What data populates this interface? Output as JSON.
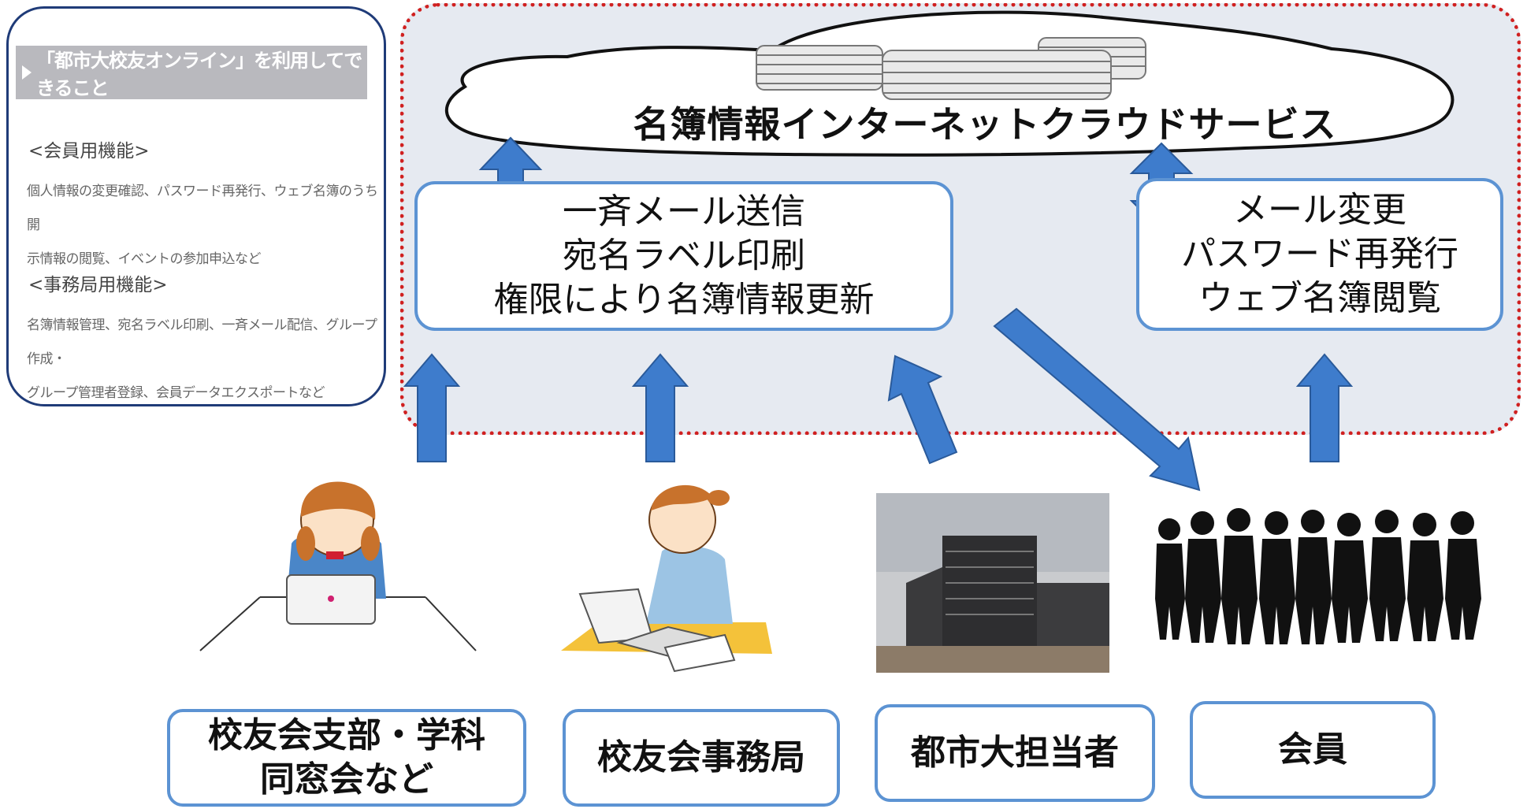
{
  "info_panel": {
    "header": "「都市大校友オンライン」を利用してできること",
    "member_section": "<会員用機能>",
    "member_text_1": "個人情報の変更確認、パスワード再発行、ウェブ名簿のうち開",
    "member_text_2": "示情報の閲覧、イベントの参加申込など",
    "office_section": "<事務局用機能>",
    "office_text_1": "名簿情報管理、宛名ラベル印刷、一斉メール配信、グループ作成・",
    "office_text_2": "グループ管理者登録、会員データエクスポートなど"
  },
  "cloud": {
    "title": "名簿情報インターネットクラウドサービス"
  },
  "admin_functions": {
    "line1": "一斉メール送信",
    "line2": "宛名ラベル印刷",
    "line3": "権限により名簿情報更新"
  },
  "member_functions": {
    "line1": "メール変更",
    "line2": "パスワード再発行",
    "line3": "ウェブ名簿閲覧"
  },
  "actors": [
    {
      "line1": "校友会支部・学科",
      "line2": "同窓会など"
    },
    {
      "line1": "校友会事務局"
    },
    {
      "line1": "都市大担当者"
    },
    {
      "line1": "会員"
    }
  ],
  "colors": {
    "region_border": "#d02020",
    "region_fill": "#e6eaf1",
    "box_border": "#5c93d3",
    "arrow": "#3e7ccc"
  }
}
